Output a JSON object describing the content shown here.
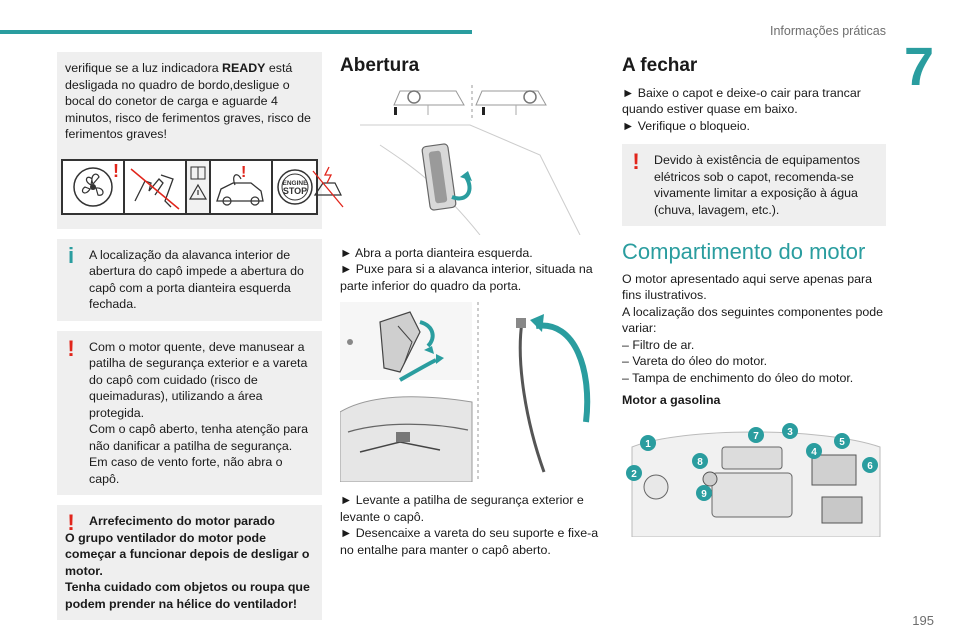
{
  "header": {
    "title": "Informações práticas",
    "chapter": "7",
    "page": "195"
  },
  "col1": {
    "intro_pre": "verifique se a luz indicadora ",
    "intro_bold": "READY",
    "intro_post": " está desligada no quadro de bordo,desligue o bocal do conetor de carga e aguarde 4 minutos, risco de ferimentos graves, risco de ferimentos graves!",
    "icon_labels": [
      "fan-warning-icon",
      "no-hands-icon",
      "warning-triangle-icon",
      "hot-engine-icon",
      "engine-stop-icon"
    ],
    "engine_stop_line1": "ENGINE",
    "engine_stop_line2": "STOP",
    "info1": "A localização da alavanca interior de abertura do capô impede a abertura do capô com a porta dianteira esquerda fechada.",
    "warn1": "Com o motor quente, deve manusear a patilha de segurança exterior e a vareta do capô com cuidado (risco de queimaduras), utilizando a área protegida.\nCom o capô aberto, tenha atenção para não danificar a patilha de segurança.\nEm caso de vento forte, não abra o capô.",
    "warn2_title": "Arrefecimento do motor parado",
    "warn2_body": "O grupo ventilador do motor pode começar a funcionar depois de desligar o motor.\nTenha cuidado com objetos ou roupa que podem prender na hélice do ventilador!"
  },
  "col2": {
    "heading": "Abertura",
    "step1": "► Abra a porta dianteira esquerda.",
    "step2": "► Puxe para si a alavanca interior, situada na parte inferior do quadro da porta.",
    "step3": "► Levante a patilha de segurança exterior e levante o capô.",
    "step4": "► Desencaixe a vareta do seu suporte e fixe-a no entalhe para manter o capô aberto."
  },
  "col3": {
    "heading": "A fechar",
    "step1": "► Baixe o capot e deixe-o cair para trancar quando estiver quase em baixo.",
    "step2": "► Verifique o bloqueio.",
    "warn": "Devido à existência de equipamentos elétricos sob o capot, recomenda-se vivamente limitar a exposição à água (chuva, lavagem, etc.).",
    "section": "Compartimento do motor",
    "p1": "O motor apresentado aqui serve apenas para fins ilustrativos.",
    "p2": "A localização dos seguintes componentes pode variar:",
    "list": [
      "–  Filtro de ar.",
      "–  Vareta do óleo do motor.",
      "–  Tampa de enchimento do óleo do motor."
    ],
    "subheading": "Motor a gasolina",
    "callouts": [
      "1",
      "2",
      "3",
      "4",
      "5",
      "6",
      "7",
      "8",
      "9"
    ]
  },
  "colors": {
    "accent": "#2a9d9f",
    "warning": "#e1251b",
    "box_bg": "#efefef"
  }
}
